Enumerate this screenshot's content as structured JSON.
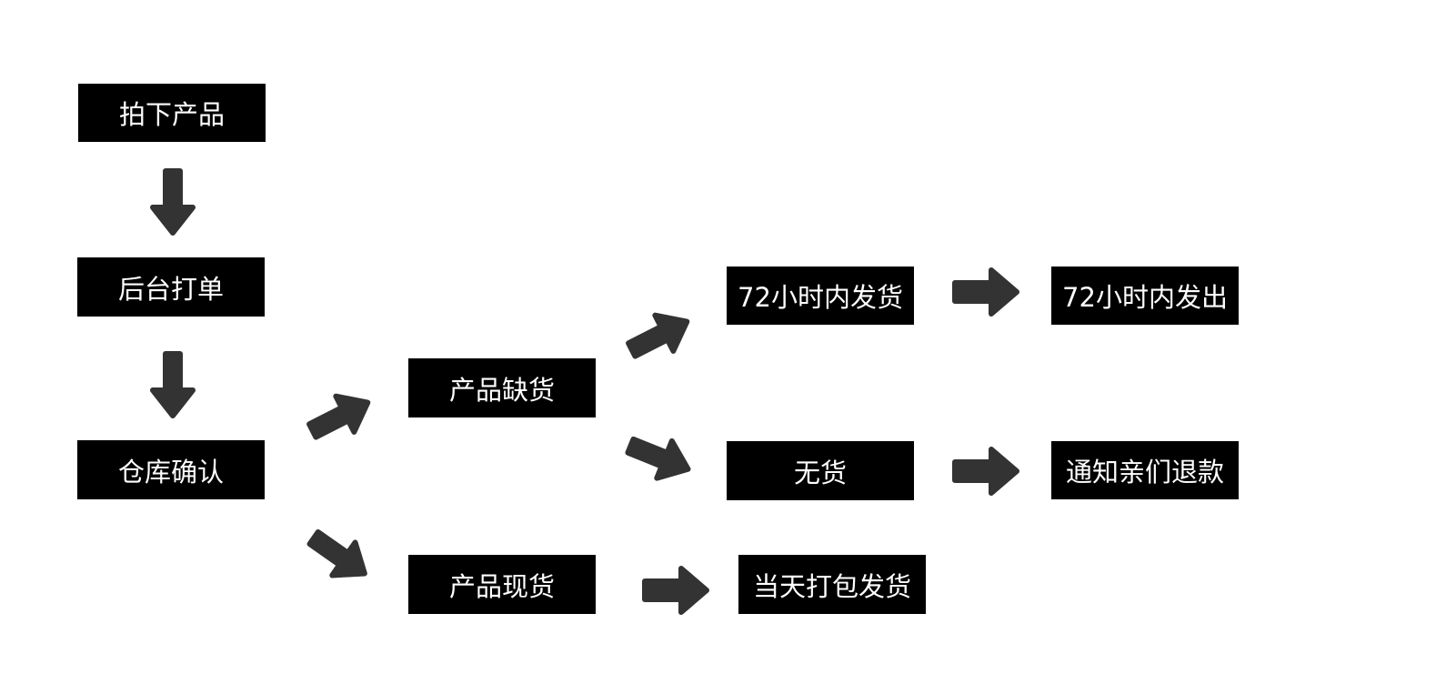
{
  "nodes": {
    "take_product": "拍下产品",
    "backend_print": "后台打单",
    "warehouse_confirm": "仓库确认",
    "out_of_stock": "产品缺货",
    "in_stock": "产品现货",
    "ship_72h": "72小时内发货",
    "no_stock": "无货",
    "same_day_pack": "当天打包发货",
    "sent_72h": "72小时内发出",
    "notify_refund": "通知亲们退款"
  },
  "colors": {
    "node_bg": "#000000",
    "node_text": "#ffffff",
    "arrow": "#333333",
    "background": "#ffffff"
  },
  "icons": [
    "arrow-down-icon",
    "arrow-right-icon",
    "arrow-up-right-icon",
    "arrow-down-right-icon"
  ]
}
